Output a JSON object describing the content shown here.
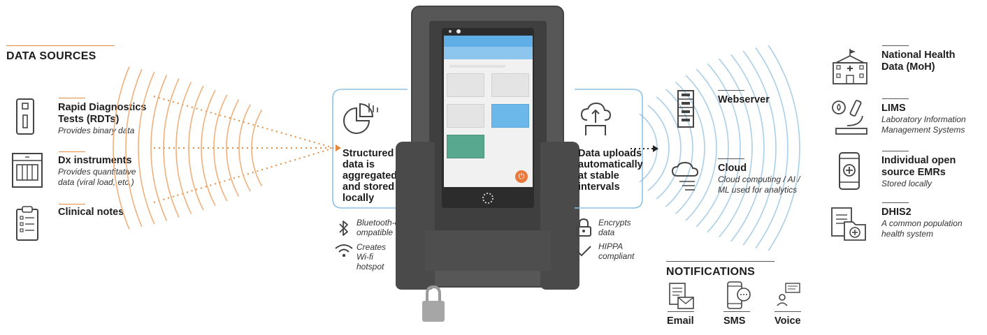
{
  "data_sources": {
    "heading": "DATA  SOURCES",
    "items": [
      {
        "title": "Rapid Diagnostics Tests (RDTs)",
        "subtitle": "Provides binary data"
      },
      {
        "title": "Dx instruments",
        "subtitle": "Provides quantitative data (viral load, etc.)"
      },
      {
        "title": "Clinical notes",
        "subtitle": ""
      }
    ]
  },
  "aggregation": {
    "text": "Structured data is aggregated and stored locally",
    "features": [
      {
        "icon": "bluetooth-icon",
        "label": "Bluetooth-c ompatible"
      },
      {
        "icon": "wifi-icon",
        "label": "Creates Wi-fi hotspot"
      }
    ]
  },
  "upload": {
    "text": "Data uploads automatically at stable intervals",
    "features": [
      {
        "icon": "lock-icon",
        "label": "Encrypts data"
      },
      {
        "icon": "checkmark-icon",
        "label": "HIPPA compliant"
      }
    ]
  },
  "destinations": {
    "webserver": {
      "title": "Webserver"
    },
    "cloud": {
      "title": "Cloud",
      "subtitle": "Cloud computing / AI / ML used for analytics"
    },
    "right": [
      {
        "title": "National Health Data (MoH)",
        "subtitle": ""
      },
      {
        "title": "LIMS",
        "subtitle": "Laboratory Information Management Systems"
      },
      {
        "title": "Individual open source EMRs",
        "subtitle": "Stored locally"
      },
      {
        "title": "DHIS2",
        "subtitle": "A common population health system"
      }
    ]
  },
  "notifications": {
    "heading": "NOTIFICATIONS",
    "items": [
      {
        "label": "Email"
      },
      {
        "label": "SMS"
      },
      {
        "label": "Voice"
      }
    ]
  },
  "colors": {
    "accent": "#e58b3f",
    "box_border": "#8fc1e3",
    "wave": "#8fc1e3",
    "device": "#555555",
    "screen_header": "#6db3e8"
  }
}
